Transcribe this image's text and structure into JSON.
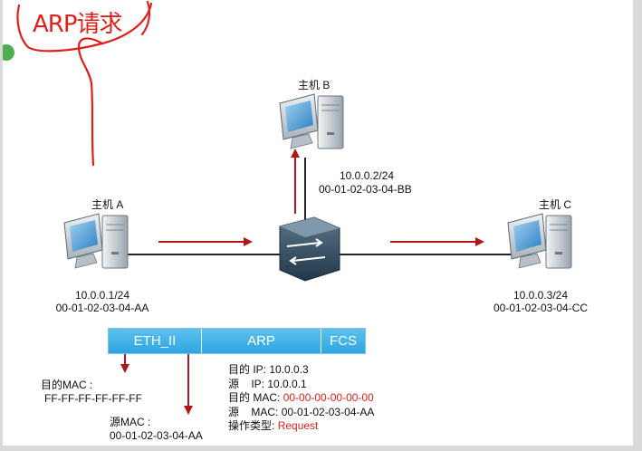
{
  "annotation": {
    "handwritten_title": "ARP请求",
    "ink_color": "#e0201a",
    "pointer_dot_color": "#4caf50"
  },
  "hosts": {
    "a": {
      "label": "主机 A",
      "ip": "10.0.0.1/24",
      "mac": "00-01-02-03-04-AA"
    },
    "b": {
      "label": "主机 B",
      "ip": "10.0.0.2/24",
      "mac": "00-01-02-03-04-BB"
    },
    "c": {
      "label": "主机 C",
      "ip": "10.0.0.3/24",
      "mac": "00-01-02-03-04-CC"
    }
  },
  "frame": {
    "segments": [
      {
        "label": "ETH_II"
      },
      {
        "label": "ARP"
      },
      {
        "label": "FCS"
      }
    ],
    "color": "#3fb2e8"
  },
  "eth_fields": {
    "dest_mac_label": "目的MAC :",
    "dest_mac_value": "FF-FF-FF-FF-FF-FF",
    "src_mac_label": "源MAC :",
    "src_mac_value": "00-01-02-03-04-AA"
  },
  "arp_fields": [
    {
      "key": "目的 IP:",
      "value": "10.0.0.3",
      "highlight": false
    },
    {
      "key": "源    IP:",
      "value": "10.0.0.1",
      "highlight": false
    },
    {
      "key": "目的 MAC:",
      "value": "00-00-00-00-00-00",
      "highlight": true
    },
    {
      "key": "源    MAC:",
      "value": "00-01-02-03-04-AA",
      "highlight": false
    },
    {
      "key": "操作类型:",
      "value": "Request",
      "highlight": true
    }
  ],
  "arrow_color": "#b0161a"
}
